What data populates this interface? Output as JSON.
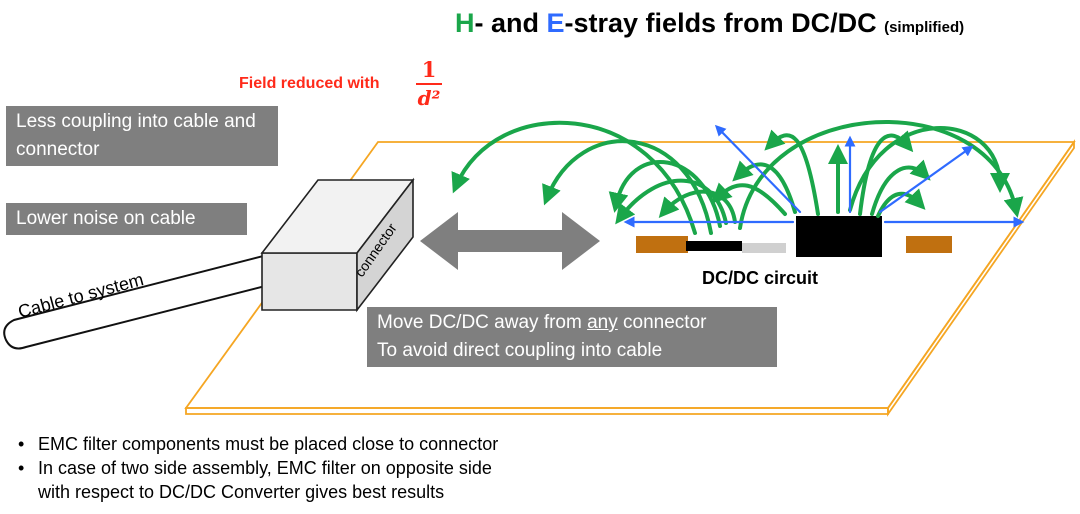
{
  "title": {
    "h_letter": "H",
    "mid": "- and ",
    "e_letter": "E",
    "rest": "-stray fields from DC/DC",
    "qualifier": "(simplified)"
  },
  "field_note": {
    "text": "Field reduced with",
    "numerator": "1",
    "denominator": "d²"
  },
  "callouts": {
    "less_coupling": "Less coupling into cable and connector",
    "lower_noise": "Lower noise on cable",
    "move_dcdc_line1": "Move DC/DC away from ",
    "move_dcdc_emph": "any",
    "move_dcdc_line1_end": " connector",
    "move_dcdc_line2": "To avoid direct coupling into cable"
  },
  "labels": {
    "connector": "connector",
    "cable": "Cable to system",
    "dcdc": "DC/DC circuit"
  },
  "bullets": [
    "EMC filter components must be placed close to connector",
    "In case of two side assembly, EMC filter on opposite side",
    "with respect to DC/DC Converter gives best results"
  ],
  "colors": {
    "h_field": "#1aa64a",
    "e_field": "#2f6bff",
    "board_edge": "#f5a623",
    "note": "#ff2a1a",
    "callout_bg": "#7f7f7f",
    "component_brown": "#c07010"
  }
}
